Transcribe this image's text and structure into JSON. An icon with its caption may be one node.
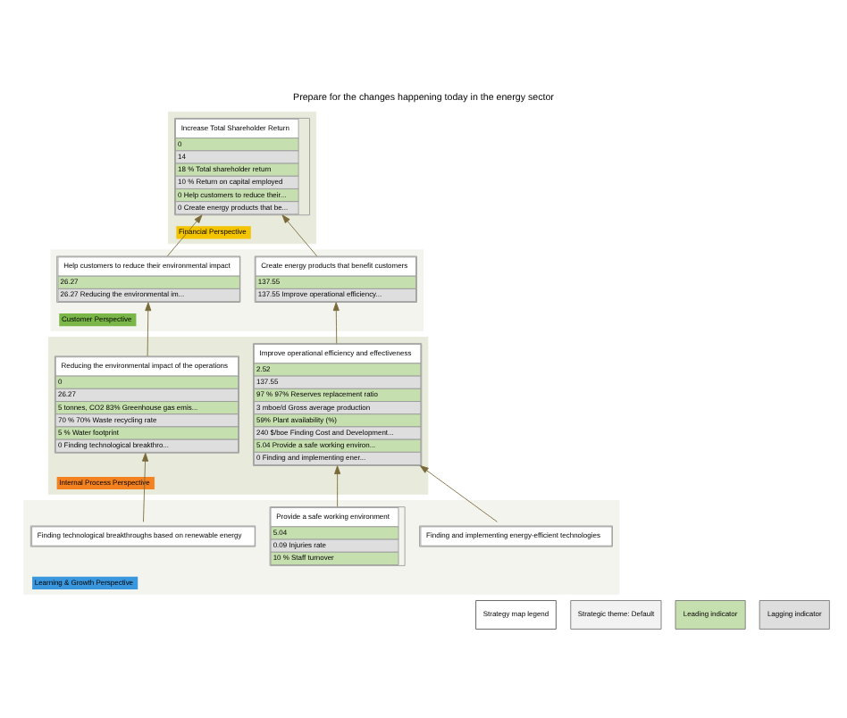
{
  "diagram": {
    "title": "Prepare for the changes happening today in the energy sector",
    "nodes": [
      {
        "text": [
          "Financial Perspective"
        ]
      },
      {
        "text": [
          "Customer Perspective"
        ]
      },
      {
        "text": [
          "Internal Process Perspective"
        ]
      },
      {
        "text": [
          "Learning & Growth Perspective"
        ]
      },
      {
        "text": [
          "Increase Total Shareholder Return",
          "0",
          "14",
          "18 % Total shareholder return",
          "10 % Return on capital employed",
          "0 Help customers to reduce their...",
          "0 Create energy products that be..."
        ],
        "in": 0
      },
      {
        "text": [
          "Create energy products that benefit customers",
          "137.55",
          "137.55 Improve operational efficiency..."
        ],
        "in": 1
      },
      {
        "text": [
          "Help customers to reduce their environmental impact",
          "26.27",
          "26.27 Reducing the environmental im..."
        ],
        "in": 1
      },
      {
        "text": [
          "Improve operational efficiency and effectiveness",
          "2.52",
          "137.55",
          "97 % 97% Reserves replacement ratio",
          "3 mboe/d Gross average production",
          "59% Plant availability (%)",
          "240 $/boe Finding Cost and Development...",
          "5.04 Provide a safe working environ...",
          "0 Finding and implementing ener..."
        ],
        "in": 2
      },
      {
        "text": [
          "Reducing the environmental impact of the operations",
          "0",
          "26.27",
          "5 tonnes, CO2 83% Greenhouse gas emis...",
          "70 % 70% Waste recycling rate",
          "5 % Water footprint",
          "0 Finding technological breakthro..."
        ],
        "in": 2
      },
      {
        "text": [
          "Finding and implementing energy-efficient technologies"
        ],
        "in": 3
      },
      {
        "text": [
          "Provide a safe working environment",
          "5.04",
          "0.09 Injuries rate",
          "10 % Staff turnover"
        ],
        "in": 3
      },
      {
        "text": [
          "Finding technological breakthroughs based on renewable energy"
        ],
        "in": 3
      }
    ],
    "edges": [
      {
        "from": 5,
        "to": 4,
        "arrow": "to"
      },
      {
        "from": 6,
        "to": 4,
        "arrow": "to"
      },
      {
        "from": 7,
        "to": 5,
        "arrow": "to"
      },
      {
        "from": 8,
        "to": 6,
        "arrow": "to"
      },
      {
        "from": 9,
        "to": 7,
        "arrow": "to"
      },
      {
        "from": 10,
        "to": 7,
        "arrow": "to"
      },
      {
        "from": 11,
        "to": 8,
        "arrow": "to"
      }
    ],
    "labels": [
      "Strategy map legend"
    ],
    "legend": [
      {
        "text": "Strategic theme: Default",
        "color": "#f2f2f2"
      },
      {
        "text": "Leading indicator",
        "color": "#c6dfae"
      },
      {
        "text": "Lagging indicator",
        "color": "#dedede"
      }
    ]
  }
}
